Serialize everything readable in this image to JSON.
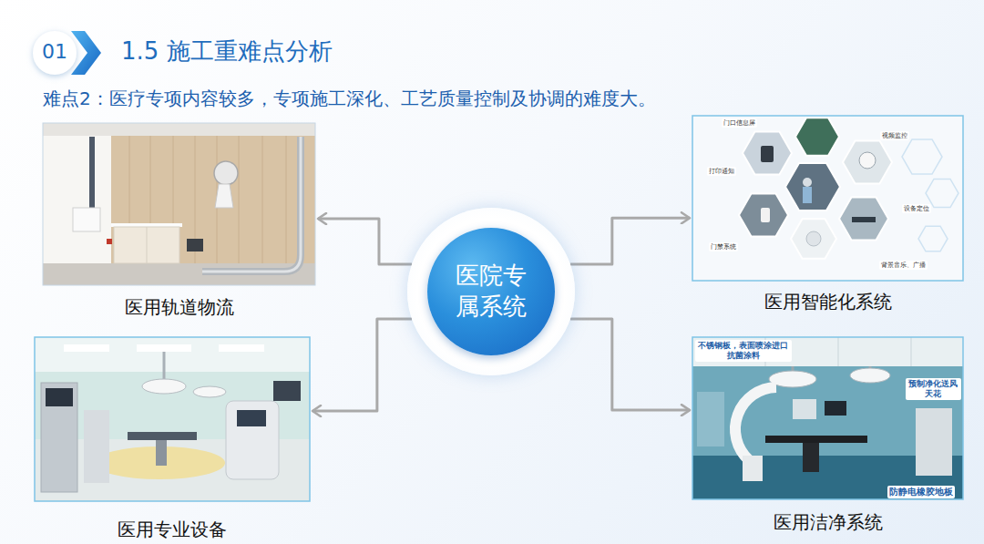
{
  "diagram": {
    "title": "1.5 施工重难点分析",
    "nodes": [
      {
        "text": [
          "医用轨道物流"
        ]
      },
      {
        "text": [
          "医用智能化系统"
        ]
      },
      {
        "text": [
          "医院专 属系统"
        ]
      },
      {
        "text": [
          "医用专业设备"
        ]
      },
      {
        "text": [
          "医用洁净系统"
        ]
      }
    ],
    "edges": [
      {
        "from": 2,
        "to": 0,
        "arrow": "to"
      },
      {
        "from": 2,
        "to": 1,
        "arrow": "to"
      },
      {
        "from": 2,
        "to": 3,
        "arrow": "to"
      },
      {
        "from": 2,
        "to": 4,
        "arrow": "to"
      }
    ],
    "labels": [
      "01",
      "难点2：医疗专项内容较多，专项施工深化、工艺质量控制及协调的难度大。",
      "门口信息屏",
      "视频监控",
      "打印通知",
      "设备定位",
      "门禁系统",
      "背景音乐、广播",
      "不锈钢板，表面喷涂进口 抗菌涂料",
      "预制净化送风 天花",
      "防静电橡胶地板"
    ]
  }
}
